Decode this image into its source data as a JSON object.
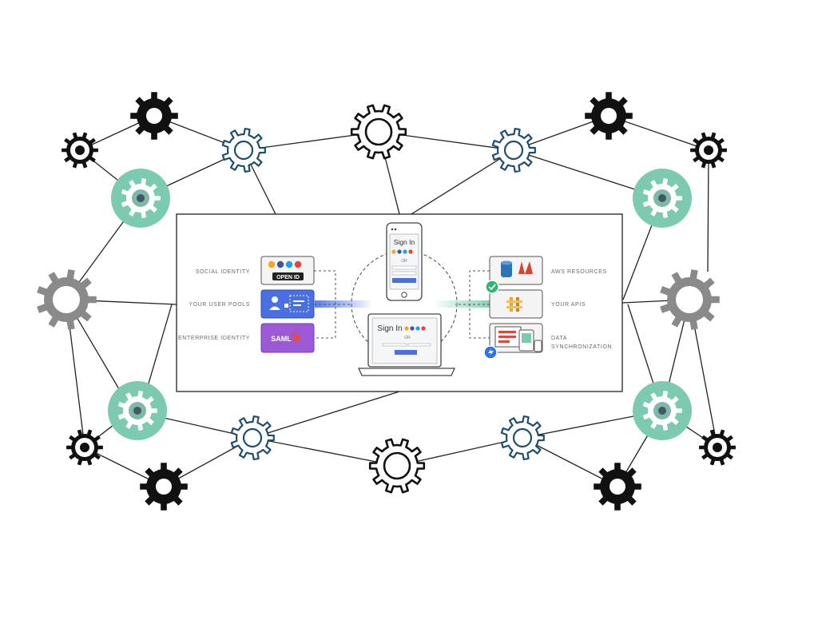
{
  "left_labels": {
    "social_identity": "SOCIAL IDENTITY",
    "user_pools": "YOUR USER POOLS",
    "enterprise_identity": "ENTERPRISE IDENTITY"
  },
  "right_labels": {
    "aws_resources": "AWS RESOURCES",
    "your_apis": "YOUR APIS",
    "data_sync_line1": "DATA",
    "data_sync_line2": "SYNCHRONIZATION"
  },
  "badges": {
    "open_id": "OPEN ID",
    "saml": "SAML"
  },
  "phone": {
    "title": "Sign In",
    "or": "OR"
  },
  "laptop": {
    "title": "Sign In",
    "or": "OR"
  },
  "colors": {
    "teal": "#7ccbb0",
    "dark_blue": "#1f4e6e",
    "black": "#111111",
    "gray": "#8a8a8a",
    "user_pool_blue": "#4a6fe0",
    "saml_purple": "#9b59d6",
    "api_gold": "#e7a72b",
    "check_green": "#2bb673"
  },
  "gear_icons": [
    "gear-black-solid",
    "gear-black-ring",
    "gear-blue-outline",
    "gear-teal-circle",
    "gear-gray-solid",
    "gear-black-outline"
  ]
}
